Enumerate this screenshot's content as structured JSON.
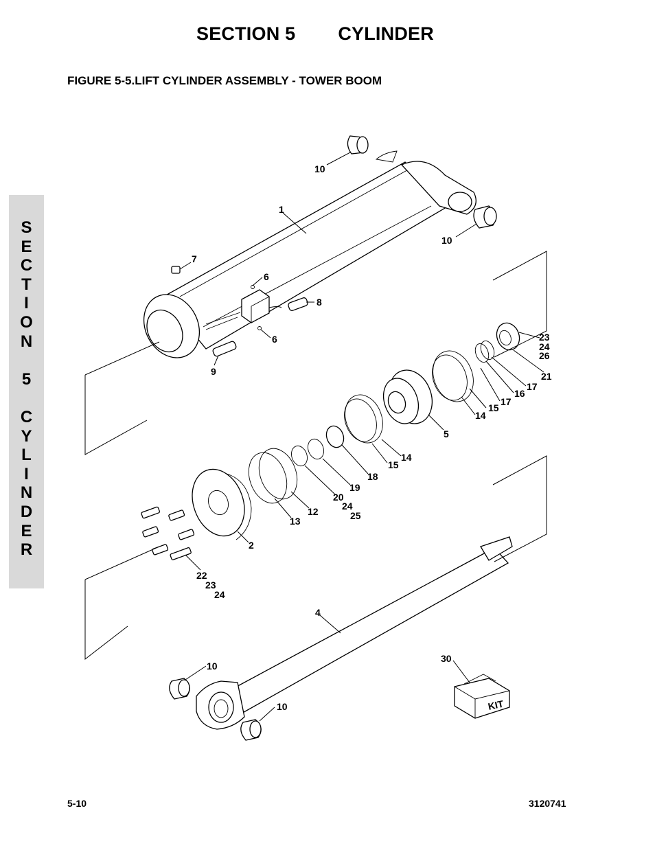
{
  "header": {
    "section": "SECTION 5",
    "chapter": "CYLINDER"
  },
  "figure_title": "FIGURE 5-5.LIFT CYLINDER ASSEMBLY - TOWER BOOM",
  "side_tab": {
    "letters": [
      "S",
      "E",
      "C",
      "T",
      "I",
      "O",
      "N",
      "",
      "5",
      "",
      "C",
      "Y",
      "L",
      "I",
      "N",
      "D",
      "E",
      "R"
    ]
  },
  "callouts": {
    "c1": "1",
    "c2": "2",
    "c4": "4",
    "c5": "5",
    "c6a": "6",
    "c6b": "6",
    "c7": "7",
    "c8": "8",
    "c9": "9",
    "c10a": "10",
    "c10b": "10",
    "c10c": "10",
    "c10d": "10",
    "c12": "12",
    "c13": "13",
    "c14a": "14",
    "c14b": "14",
    "c15a": "15",
    "c15b": "15",
    "c16": "16",
    "c17a": "17",
    "c17b": "17",
    "c18": "18",
    "c19": "19",
    "c20": "20",
    "c21": "21",
    "c22": "22",
    "c23a": "23",
    "c23b": "23",
    "c24a": "24",
    "c24b": "24",
    "c24c": "24",
    "c25": "25",
    "c26": "26",
    "c30": "30"
  },
  "kit_label": "KIT",
  "footer": {
    "page_number": "5-10",
    "doc_number": "3120741"
  }
}
